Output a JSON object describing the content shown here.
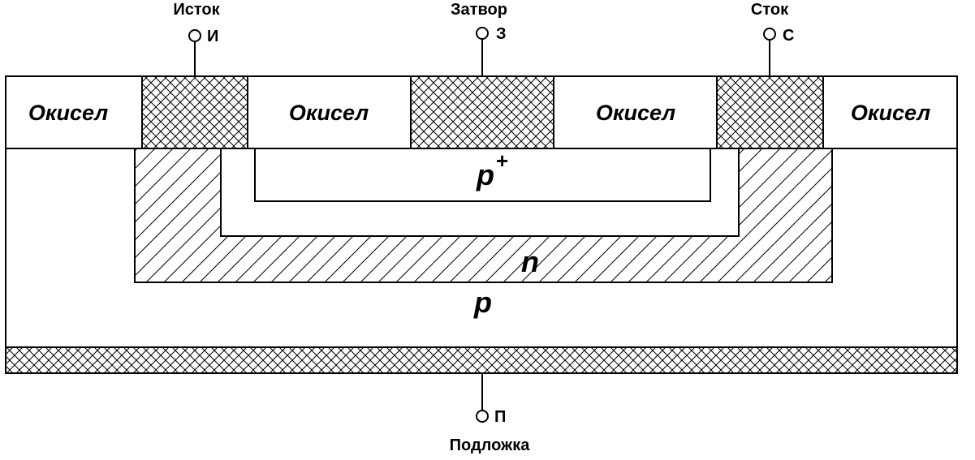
{
  "terminals": {
    "source": {
      "name": "Исток",
      "symbol": "И"
    },
    "gate": {
      "name": "Затвор",
      "symbol": "З"
    },
    "drain": {
      "name": "Сток",
      "symbol": "С"
    },
    "substrate": {
      "name": "Подложка",
      "symbol": "П"
    }
  },
  "oxide": {
    "label": "Окисел"
  },
  "regions": {
    "p_plus": {
      "label": "p",
      "sup": "+"
    },
    "n": {
      "label": "n"
    },
    "p": {
      "label": "p"
    }
  }
}
